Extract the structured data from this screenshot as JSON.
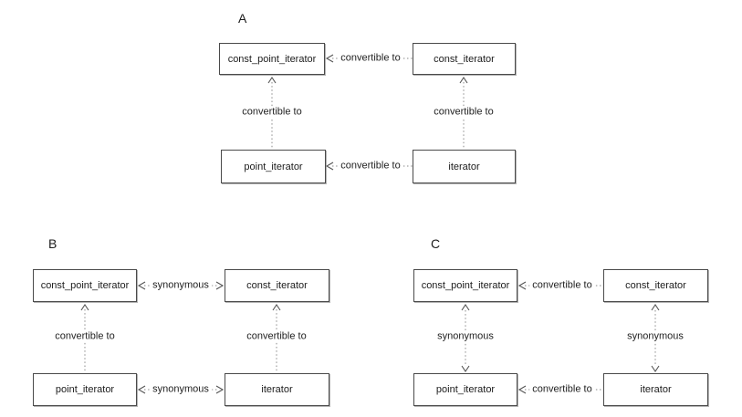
{
  "figure": {
    "background_color": "#ffffff",
    "box_border_color": "#4a4a4a",
    "dotted_line_color": "#8a8a8a",
    "arrowhead_color": "#555555",
    "text_color": "#1c1c1c"
  },
  "diagrams": [
    {
      "label": "A",
      "boxes": {
        "top_left": "const_point_iterator",
        "top_right": "const_iterator",
        "bottom_left": "point_iterator",
        "bottom_right": "iterator"
      },
      "edges": {
        "top": {
          "label": "convertible to",
          "arrows": "left"
        },
        "bottom": {
          "label": "convertible to",
          "arrows": "left"
        },
        "left": {
          "label": "convertible to",
          "arrows": "up"
        },
        "right": {
          "label": "convertible to",
          "arrows": "up"
        }
      }
    },
    {
      "label": "B",
      "boxes": {
        "top_left": "const_point_iterator",
        "top_right": "const_iterator",
        "bottom_left": "point_iterator",
        "bottom_right": "iterator"
      },
      "edges": {
        "top": {
          "label": "synonymous",
          "arrows": "both"
        },
        "bottom": {
          "label": "synonymous",
          "arrows": "both"
        },
        "left": {
          "label": "convertible to",
          "arrows": "up"
        },
        "right": {
          "label": "convertible to",
          "arrows": "up"
        }
      }
    },
    {
      "label": "C",
      "boxes": {
        "top_left": "const_point_iterator",
        "top_right": "const_iterator",
        "bottom_left": "point_iterator",
        "bottom_right": "iterator"
      },
      "edges": {
        "top": {
          "label": "convertible to",
          "arrows": "left"
        },
        "bottom": {
          "label": "convertible to",
          "arrows": "left"
        },
        "left": {
          "label": "synonymous",
          "arrows": "both"
        },
        "right": {
          "label": "synonymous",
          "arrows": "both"
        }
      }
    }
  ]
}
